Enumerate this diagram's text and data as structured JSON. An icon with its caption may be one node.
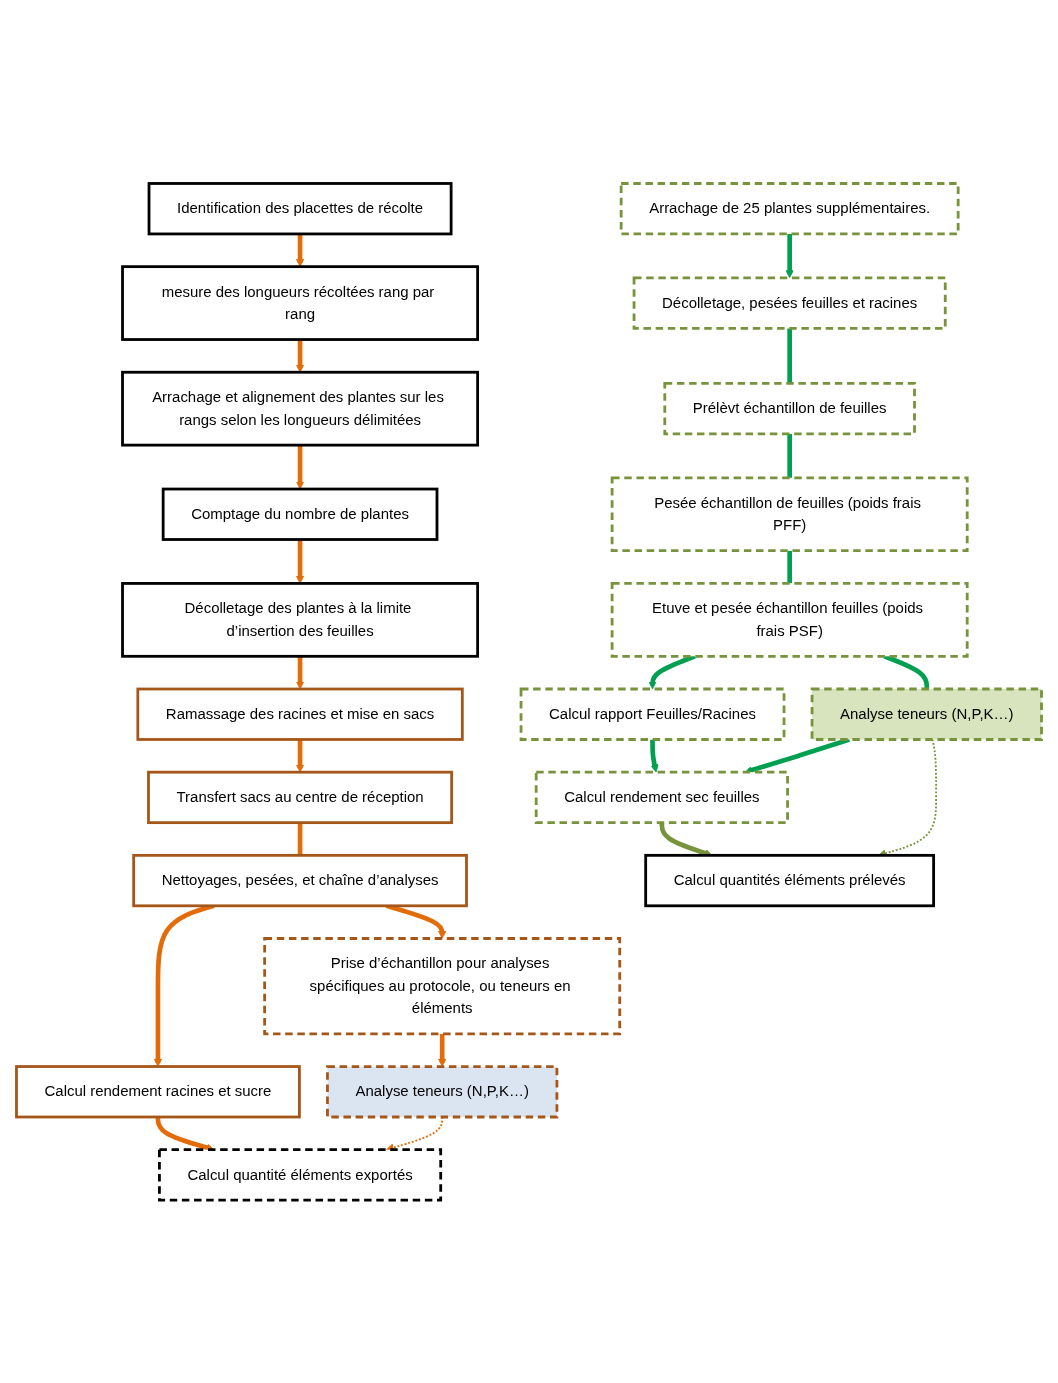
{
  "diagram": {
    "nodes": [
      {
        "text": [
          "Identification des placettes de récolte"
        ]
      },
      {
        "text": [
          "mesure des longueurs récoltées rang par rang"
        ]
      },
      {
        "text": [
          "Arrachage et alignement des plantes sur les rangs selon les longueurs délimitées"
        ]
      },
      {
        "text": [
          "Comptage du nombre de plantes"
        ]
      },
      {
        "text": [
          "Décolletage des plantes à la limite d’insertion des feuilles"
        ]
      },
      {
        "text": [
          "Ramassage des racines et mise en sacs"
        ]
      },
      {
        "text": [
          "Transfert sacs au centre de réception"
        ]
      },
      {
        "text": [
          "Nettoyages, pesées, et chaîne d’analyses"
        ]
      },
      {
        "text": [
          "Prise d’échantillon pour analyses spécifiques au protocole, ou teneurs en éléments"
        ]
      },
      {
        "text": [
          "Analyse teneurs (N,P,K…)"
        ]
      },
      {
        "text": [
          "Calcul rendement racines et sucre"
        ]
      },
      {
        "text": [
          "Calcul quantité éléments exportés"
        ]
      },
      {
        "text": [
          "Arrachage de 25 plantes supplémentaires."
        ]
      },
      {
        "text": [
          "Décolletage, pesées feuilles et racines"
        ]
      },
      {
        "text": [
          "Prélèvt échantillon de feuilles"
        ]
      },
      {
        "text": [
          "Pesée échantillon de feuilles (poids frais PFF)"
        ]
      },
      {
        "text": [
          "Etuve et pesée échantillon feuilles (poids frais PSF)"
        ]
      },
      {
        "text": [
          "Analyse teneurs (N,P,K…)"
        ]
      },
      {
        "text": [
          "Calcul rapport Feuilles/Racines"
        ]
      },
      {
        "text": [
          "Calcul rendement sec feuilles"
        ]
      },
      {
        "text": [
          "Calcul quantités éléments prélevés"
        ]
      }
    ],
    "edges": [
      {
        "from": 0,
        "to": 1,
        "arrow": "to"
      },
      {
        "from": 1,
        "to": 2,
        "arrow": "to"
      },
      {
        "from": 2,
        "to": 3,
        "arrow": "to"
      },
      {
        "from": 3,
        "to": 4,
        "arrow": "to"
      },
      {
        "from": 4,
        "to": 5,
        "arrow": "to"
      },
      {
        "from": 5,
        "to": 6,
        "arrow": "to"
      },
      {
        "from": 6,
        "to": 7,
        "arrow": "none"
      },
      {
        "from": 7,
        "to": 10,
        "arrow": "to"
      },
      {
        "from": 7,
        "to": 8,
        "arrow": "to"
      },
      {
        "from": 8,
        "to": 9,
        "arrow": "to"
      },
      {
        "from": 9,
        "to": 11,
        "arrow": "to",
        "style": "dashed"
      },
      {
        "from": 10,
        "to": 11,
        "arrow": "to"
      },
      {
        "from": 12,
        "to": 13,
        "arrow": "to",
        "color": "#00a050"
      },
      {
        "from": 13,
        "to": 14,
        "arrow": "none",
        "color": "#00a050"
      },
      {
        "from": 14,
        "to": 15,
        "arrow": "none",
        "color": "#00a050"
      },
      {
        "from": 15,
        "to": 16,
        "arrow": "none",
        "color": "#00a050"
      },
      {
        "from": 16,
        "to": 18,
        "arrow": "to",
        "color": "#00a050"
      },
      {
        "from": 18,
        "to": 19,
        "arrow": "to",
        "color": "#00a050"
      },
      {
        "from": 16,
        "to": 17,
        "arrow": "none",
        "color": "#00a050"
      },
      {
        "from": 17,
        "to": 19,
        "arrow": "to",
        "color": "#00a050"
      },
      {
        "from": 17,
        "to": 20,
        "arrow": "to",
        "style": "dashed",
        "color": "#77933c"
      },
      {
        "from": 19,
        "to": 20,
        "arrow": "to",
        "color": "#77933c"
      }
    ]
  }
}
